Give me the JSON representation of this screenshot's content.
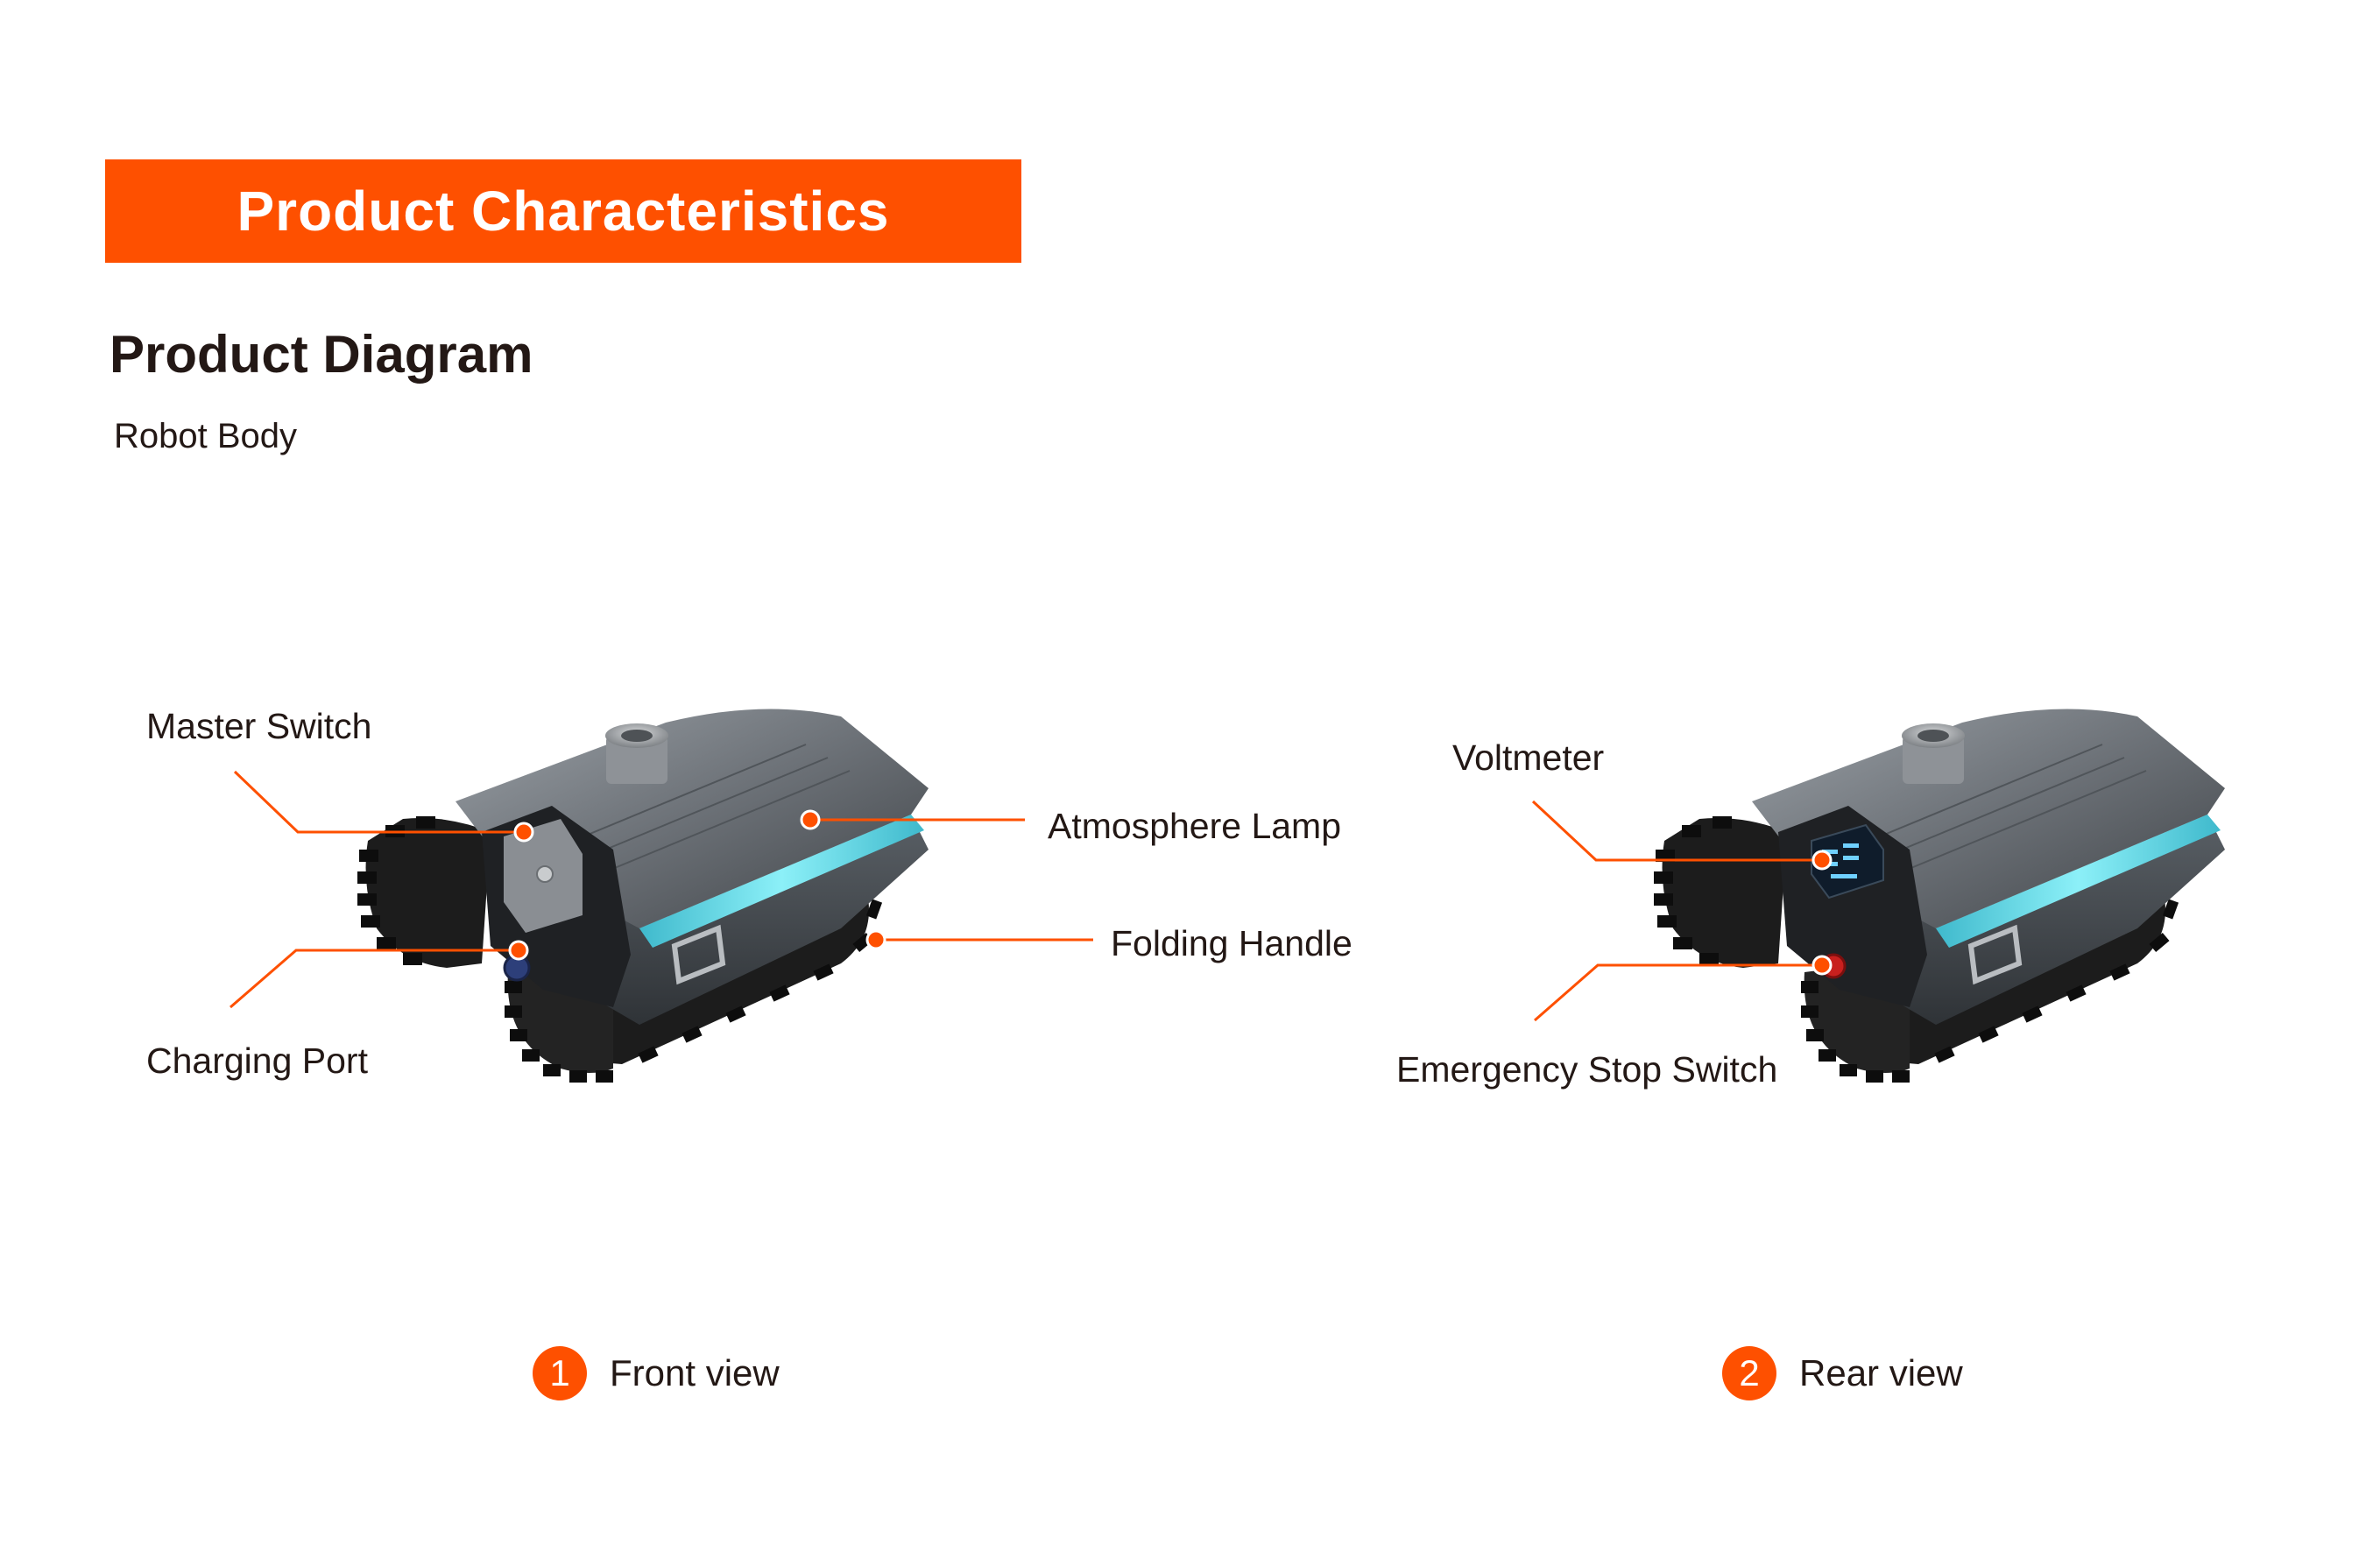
{
  "header": {
    "title": "Product Characteristics"
  },
  "section": {
    "title": "Product Diagram",
    "subtitle": "Robot Body"
  },
  "front_view": {
    "callouts": {
      "master_switch": "Master Switch",
      "charging_port": "Charging Port",
      "atmosphere_lamp": "Atmosphere Lamp",
      "folding_handle": "Folding Handle"
    },
    "caption": {
      "number": "1",
      "label": "Front view"
    }
  },
  "rear_view": {
    "callouts": {
      "voltmeter": "Voltmeter",
      "emergency_stop_switch": "Emergency Stop Switch"
    },
    "caption": {
      "number": "2",
      "label": "Rear view"
    }
  },
  "colors": {
    "accent": "#fe5000",
    "text": "#231815",
    "lamp": "#5fd7e6",
    "track": "#1c1c1c",
    "body_metal": "#6f7479"
  }
}
